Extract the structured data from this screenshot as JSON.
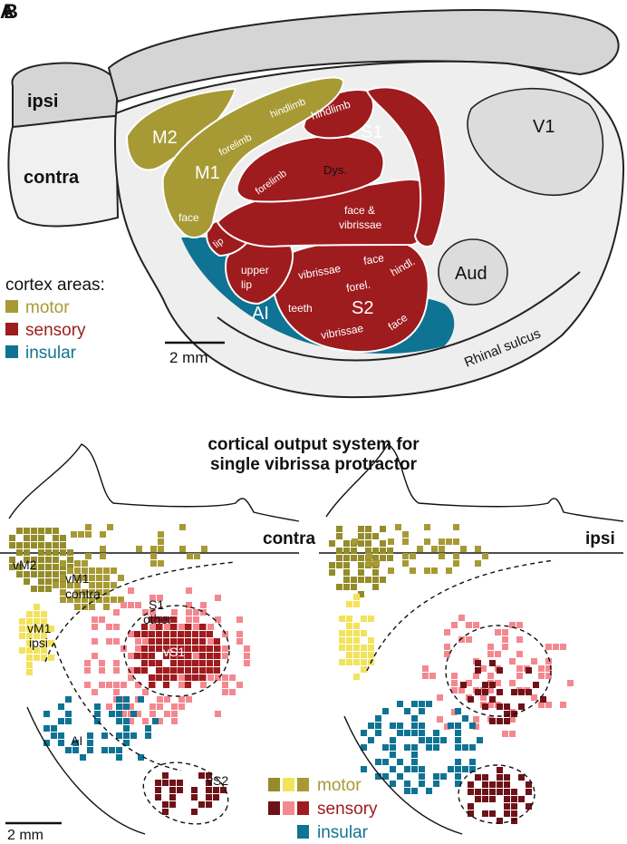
{
  "panel_labels": {
    "a": "A",
    "b": "B"
  },
  "brain": {
    "hemispheres": {
      "ipsi": "ipsi",
      "contra": "contra"
    },
    "regions": {
      "m2": "M2",
      "m1": "M1",
      "s1": "S1",
      "s2": "S2",
      "ai": "AI",
      "v1": "V1",
      "aud": "Aud",
      "dys": "Dys."
    },
    "subareas": {
      "m1_hindlimb": "hindlimb",
      "m1_forelimb": "forelimb",
      "m1_face": "face",
      "s1_hindlimb": "hindlimb",
      "s1_forelimb": "forelimb",
      "s1_face_vibrissae_1": "face &",
      "s1_face_vibrissae_2": "vibrissae",
      "lip": "lip",
      "upper_lip_1": "upper",
      "upper_lip_2": "lip",
      "s2_vibrissae": "vibrissae",
      "s2_face": "face",
      "s2_hindl": "hindl.",
      "s2_forel": "forel.",
      "s2_teeth": "teeth",
      "s2_vibrissae_2": "vibrissae",
      "s2_face_2": "face"
    },
    "rhinal_sulcus": "Rhinal sulcus",
    "scale": "2 mm",
    "legend": {
      "title": "cortex areas:",
      "items": [
        {
          "label": "motor",
          "color": "#A79A34"
        },
        {
          "label": "sensory",
          "color": "#9E1B1E"
        },
        {
          "label": "insular",
          "color": "#0F7394"
        }
      ]
    }
  },
  "output_maps": {
    "title_line1": "cortical output system for",
    "title_line2": "single vibrissa protractor",
    "contra_label": "contra",
    "ipsi_label": "ipsi",
    "area_labels": {
      "vm2": "vM2",
      "vm1_contra_1": "vM1",
      "vm1_contra_2": "contra",
      "vm1_ipsi_1": "vM1",
      "vm1_ipsi_2": "ipsi",
      "s1_other_1": "S1",
      "s1_other_2": "other",
      "vs1": "vS1",
      "vs2": "vS2",
      "ai": "AI"
    },
    "scale": "2 mm",
    "legend": [
      {
        "label": "motor",
        "colors": [
          "#948C2A",
          "#F2E35B",
          "#A79A34"
        ],
        "text_color": "#A79A34"
      },
      {
        "label": "sensory",
        "colors": [
          "#6E1218",
          "#F4888F",
          "#9E1B1E"
        ],
        "text_color": "#9E1B1E"
      },
      {
        "label": "insular",
        "colors": [
          "#0F7394"
        ],
        "text_color": "#0F7394"
      }
    ]
  }
}
